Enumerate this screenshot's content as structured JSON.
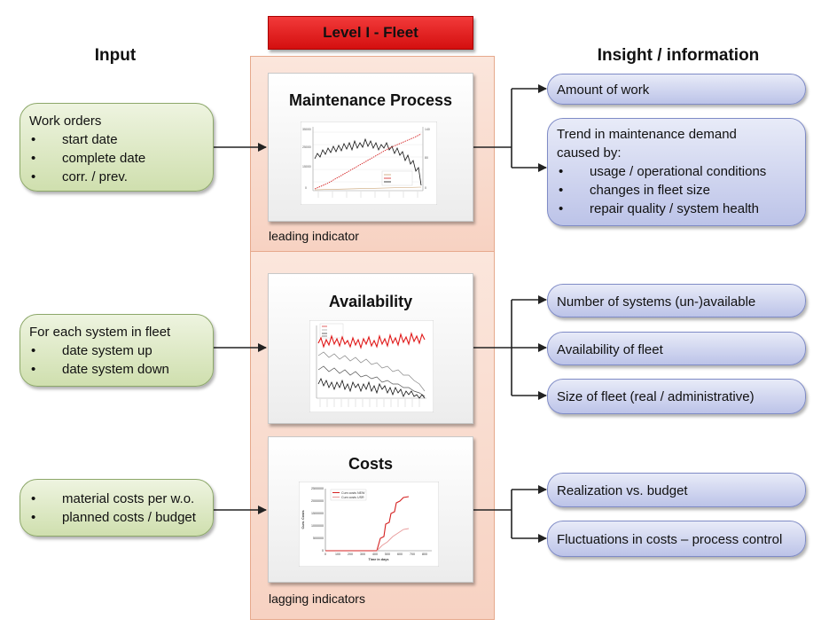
{
  "headings": {
    "input": "Input",
    "insight": "Insight / information"
  },
  "level": "Level I - Fleet",
  "bands": {
    "leading": "leading indicator",
    "lagging": "lagging indicators"
  },
  "cards": {
    "maintenance": "Maintenance Process",
    "availability": "Availability",
    "costs": "Costs"
  },
  "inputs": {
    "work_orders": {
      "title": "Work orders",
      "items": [
        "start date",
        "complete date",
        "corr. / prev."
      ]
    },
    "systems": {
      "title": "For each system in fleet",
      "items": [
        "date system up",
        "date system down"
      ]
    },
    "costs": {
      "items": [
        "material costs per w.o.",
        "planned costs / budget"
      ]
    }
  },
  "outputs": {
    "amount": "Amount of work",
    "trend": {
      "title": "Trend in maintenance demand",
      "subtitle": "caused by:",
      "items": [
        "usage / operational conditions",
        "changes in fleet size",
        "repair quality / system health"
      ]
    },
    "systems_available": "Number of systems (un-)available",
    "availability_fleet": "Availability of fleet",
    "fleet_size": "Size of fleet (real / administrative)",
    "realization": "Realization vs. budget",
    "fluctuations": "Fluctuations in costs – process control"
  },
  "mini_charts": {
    "costs": {
      "legend": [
        "Cum costs NEW",
        "Cum costs USR"
      ],
      "ylabel": "Cum. Costs",
      "xlabel": "Time in days",
      "yticks": [
        "2500000",
        "2000000",
        "1500000",
        "1000000",
        "500000",
        "0"
      ],
      "xticks": [
        "0",
        "100",
        "200",
        "300",
        "400",
        "500",
        "600",
        "700",
        "800"
      ],
      "colors": {
        "new": "#d42020",
        "usr": "#e89a9a"
      }
    }
  }
}
